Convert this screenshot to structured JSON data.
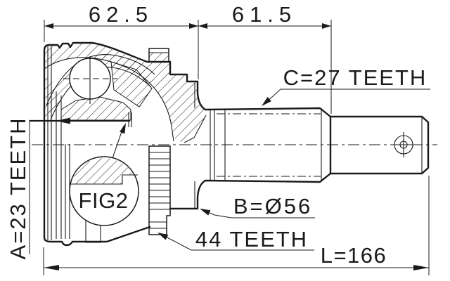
{
  "drawing": {
    "background": "#ffffff",
    "line_color": "#1a1a1a",
    "labels": {
      "dim_housing_width": "62.5",
      "dim_spline_section": "61.5",
      "outer_spline_teeth": "C=27 TEETH",
      "inner_spline_teeth": "A=23 TEETH",
      "housing_diameter": "B=Ø56",
      "abs_ring_teeth": "44 TEETH",
      "overall_length": "L=166",
      "detail_reference": "FIG2"
    }
  }
}
